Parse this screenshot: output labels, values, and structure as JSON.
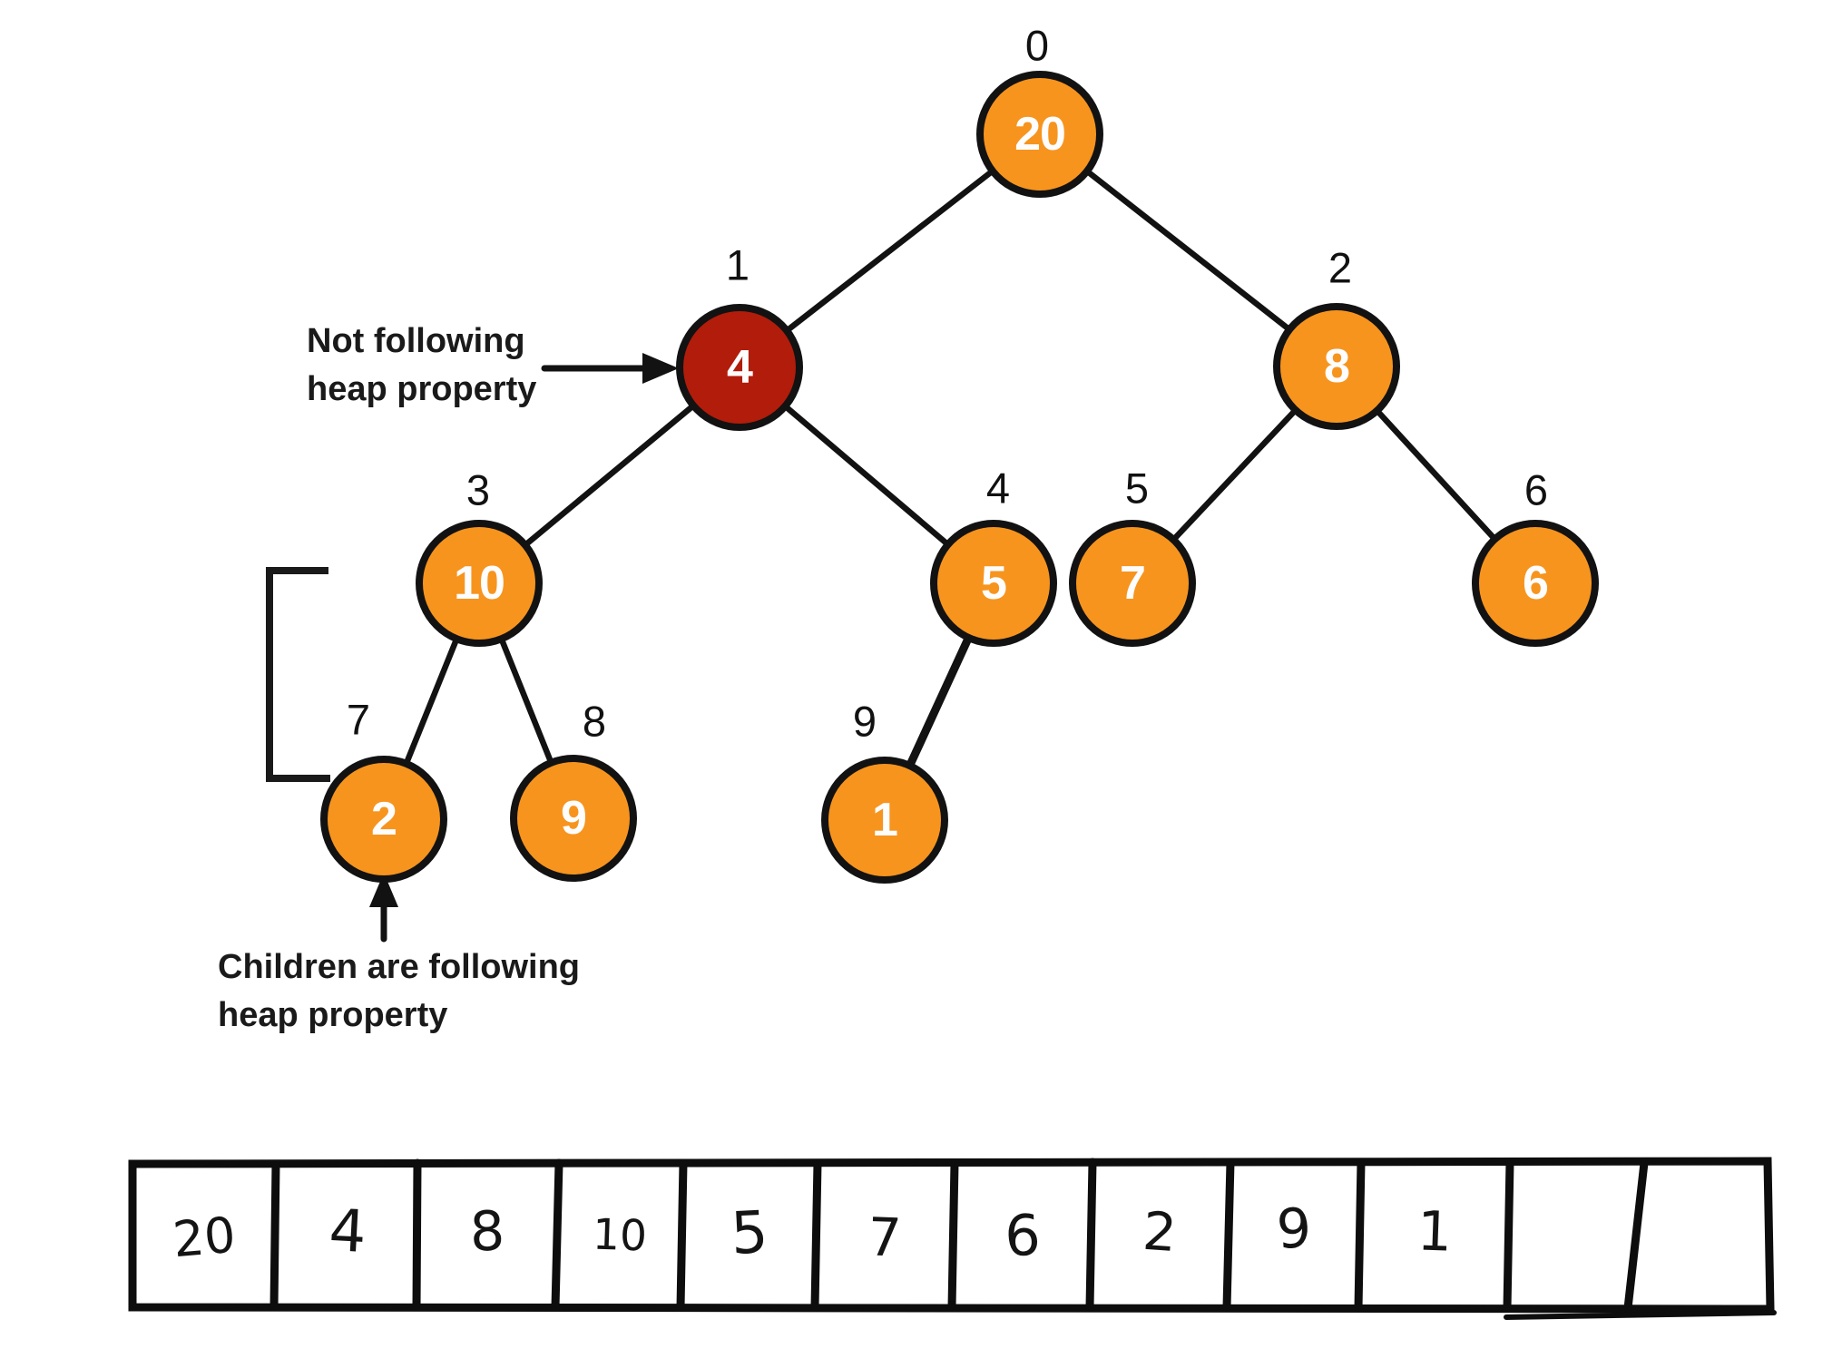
{
  "diagram": {
    "kind": "binary-heap-tree-with-array",
    "colors": {
      "node_orange": "#F7941E",
      "node_violating_red": "#B11C0B",
      "outline_black": "#121212",
      "node_text_white": "#FDFDFD"
    }
  },
  "tree": {
    "nodes": [
      {
        "index": "0",
        "value": "20",
        "state": "normal"
      },
      {
        "index": "1",
        "value": "4",
        "state": "violating"
      },
      {
        "index": "2",
        "value": "8",
        "state": "normal"
      },
      {
        "index": "3",
        "value": "10",
        "state": "normal"
      },
      {
        "index": "4",
        "value": "5",
        "state": "normal"
      },
      {
        "index": "5",
        "value": "7",
        "state": "normal"
      },
      {
        "index": "6",
        "value": "6",
        "state": "normal"
      },
      {
        "index": "7",
        "value": "2",
        "state": "normal"
      },
      {
        "index": "8",
        "value": "9",
        "state": "normal"
      },
      {
        "index": "9",
        "value": "1",
        "state": "normal"
      }
    ],
    "edges": [
      [
        "0",
        "1"
      ],
      [
        "0",
        "2"
      ],
      [
        "1",
        "3"
      ],
      [
        "1",
        "4"
      ],
      [
        "2",
        "5"
      ],
      [
        "2",
        "6"
      ],
      [
        "3",
        "7"
      ],
      [
        "3",
        "8"
      ],
      [
        "4",
        "9"
      ]
    ]
  },
  "annotations": {
    "not_following": {
      "line1": "Not following",
      "line2": "heap property"
    },
    "children_following": {
      "line1": "Children are following",
      "line2": "heap property"
    }
  },
  "array": {
    "values": [
      "20",
      "4",
      "8",
      "10",
      "5",
      "7",
      "6",
      "2",
      "9",
      "1",
      "",
      ""
    ]
  }
}
